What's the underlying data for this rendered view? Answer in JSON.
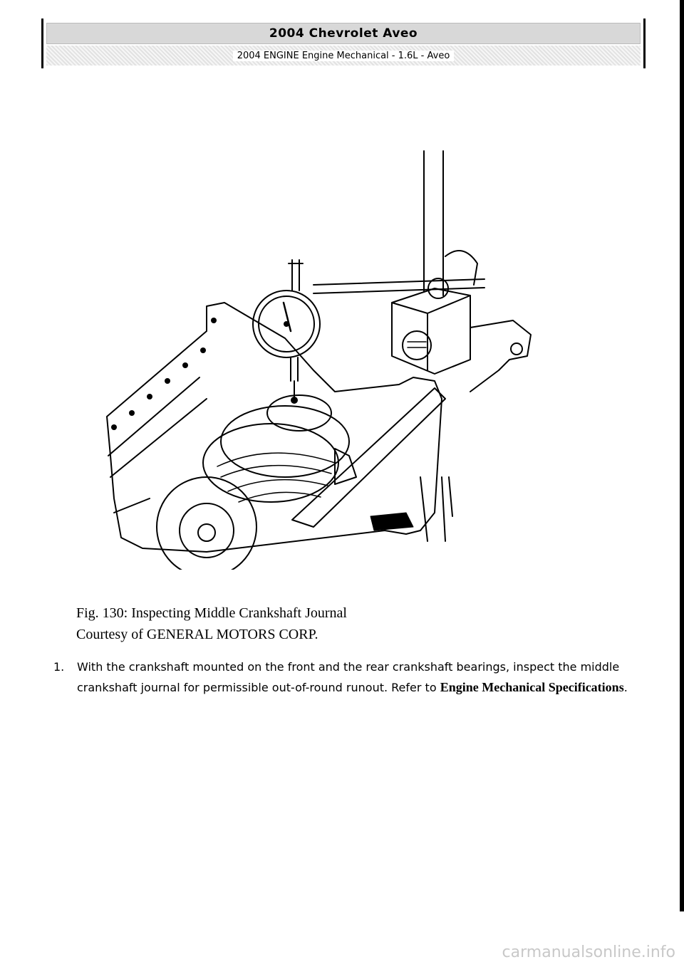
{
  "header": {
    "title": "2004 Chevrolet Aveo",
    "subtitle": "2004 ENGINE Engine Mechanical - 1.6L - Aveo"
  },
  "figure": {
    "caption_line1": "Fig. 130: Inspecting Middle Crankshaft Journal",
    "caption_line2": "Courtesy of GENERAL MOTORS CORP."
  },
  "steps": [
    {
      "number": "1.",
      "text": "With the crankshaft mounted on the front and the rear crankshaft bearings, inspect the middle crankshaft journal for permissible out-of-round runout. Refer to",
      "reference": "Engine Mechanical Specifications",
      "suffix": "."
    }
  ],
  "watermark": "carmanualsonline.info"
}
